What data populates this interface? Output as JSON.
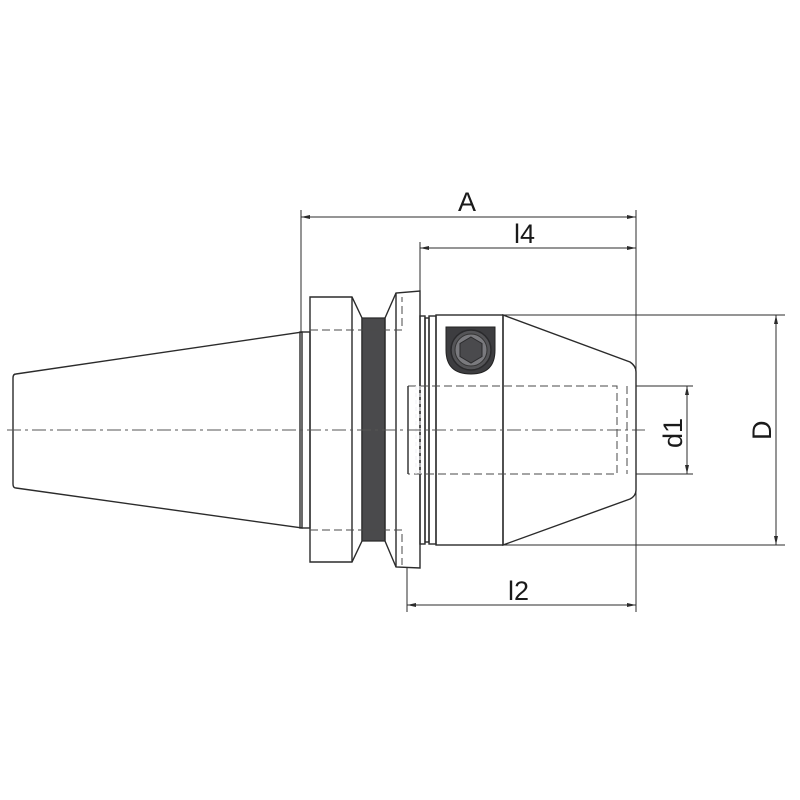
{
  "drawing": {
    "title": "BT tool holder with side-lock (Weldon) chuck - dimension drawing",
    "colors": {
      "metal_light": "#f2f3f7",
      "metal_mid": "#b9bccb",
      "metal_dark": "#9a9eb0",
      "groove": "#4a4a4c",
      "outline": "#2b2b2b",
      "background": "#ffffff"
    },
    "dimensions": {
      "A": {
        "label": "A",
        "orientation": "horizontal"
      },
      "l4": {
        "label": "l4",
        "orientation": "horizontal"
      },
      "l2": {
        "label": "l2",
        "orientation": "horizontal"
      },
      "d1": {
        "label": "d1",
        "orientation": "vertical"
      },
      "D": {
        "label": "D",
        "orientation": "vertical"
      }
    },
    "components": [
      "taper-shank",
      "flange",
      "v-groove",
      "collar",
      "chuck-body",
      "clamping-screw",
      "bore"
    ]
  }
}
